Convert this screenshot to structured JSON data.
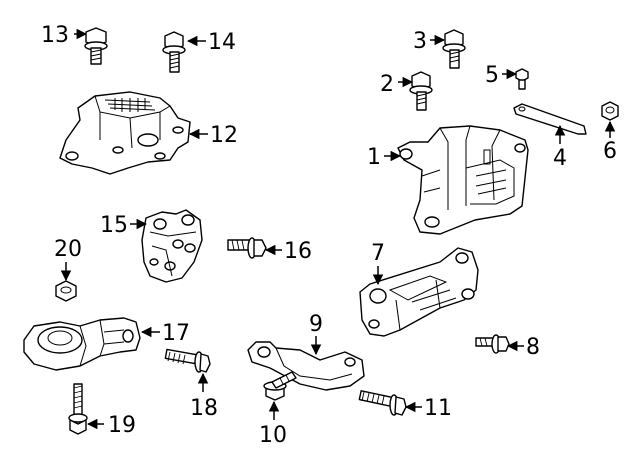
{
  "diagram": {
    "callouts": [
      {
        "id": "c1",
        "label": "1",
        "part": "engine-mount-upper"
      },
      {
        "id": "c2",
        "label": "2",
        "part": "bolt"
      },
      {
        "id": "c3",
        "label": "3",
        "part": "bolt"
      },
      {
        "id": "c4",
        "label": "4",
        "part": "bracket-strip"
      },
      {
        "id": "c5",
        "label": "5",
        "part": "small-bolt"
      },
      {
        "id": "c6",
        "label": "6",
        "part": "nut"
      },
      {
        "id": "c7",
        "label": "7",
        "part": "mount-bracket"
      },
      {
        "id": "c8",
        "label": "8",
        "part": "bolt"
      },
      {
        "id": "c9",
        "label": "9",
        "part": "heat-shield-bracket"
      },
      {
        "id": "c10",
        "label": "10",
        "part": "bolt"
      },
      {
        "id": "c11",
        "label": "11",
        "part": "long-bolt"
      },
      {
        "id": "c12",
        "label": "12",
        "part": "transmission-mount"
      },
      {
        "id": "c13",
        "label": "13",
        "part": "bolt"
      },
      {
        "id": "c14",
        "label": "14",
        "part": "bolt"
      },
      {
        "id": "c15",
        "label": "15",
        "part": "mount-bracket-small"
      },
      {
        "id": "c16",
        "label": "16",
        "part": "bolt"
      },
      {
        "id": "c17",
        "label": "17",
        "part": "torque-strut"
      },
      {
        "id": "c18",
        "label": "18",
        "part": "long-bolt"
      },
      {
        "id": "c19",
        "label": "19",
        "part": "long-bolt"
      },
      {
        "id": "c20",
        "label": "20",
        "part": "nut"
      }
    ]
  }
}
